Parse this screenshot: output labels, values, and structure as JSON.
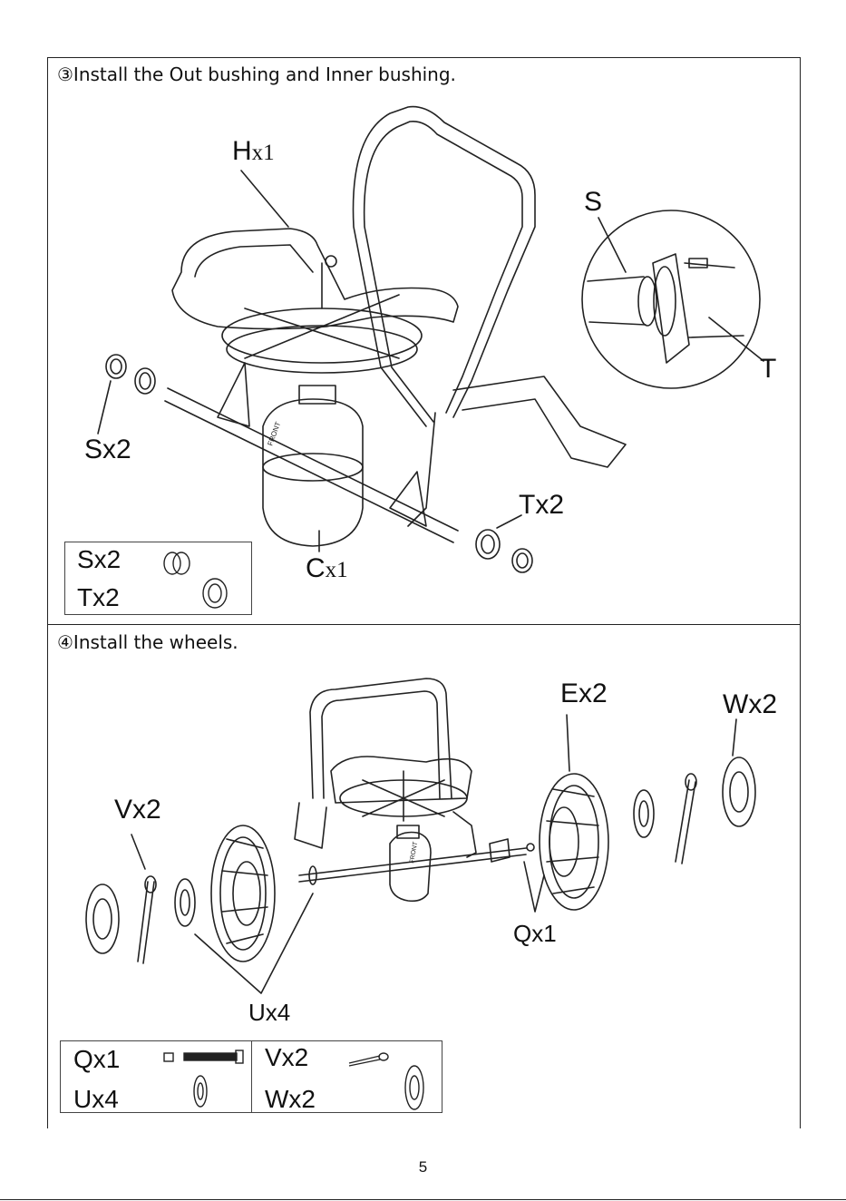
{
  "step3": {
    "title": "③Install the Out bushing and Inner bushing.",
    "callouts": {
      "h_letter": "H",
      "h_qty": "x1",
      "c_letter": "C",
      "c_qty": "x1",
      "s": "S",
      "t": "T",
      "sx2": "Sx2",
      "tx2": "Tx2"
    },
    "parts_list": [
      "Sx2",
      "Tx2"
    ],
    "front_label": "FRONT"
  },
  "step4": {
    "title": "④Install the wheels.",
    "callouts": {
      "ex2": "Ex2",
      "wx2": "Wx2",
      "vx2": "Vx2",
      "qx1": "Qx1",
      "ux4": "Ux4"
    },
    "parts_list": {
      "left": [
        "Qx1",
        "Ux4"
      ],
      "right": [
        "Vx2",
        "Wx2"
      ]
    },
    "front_label": "FRONT"
  },
  "page_number": "5"
}
